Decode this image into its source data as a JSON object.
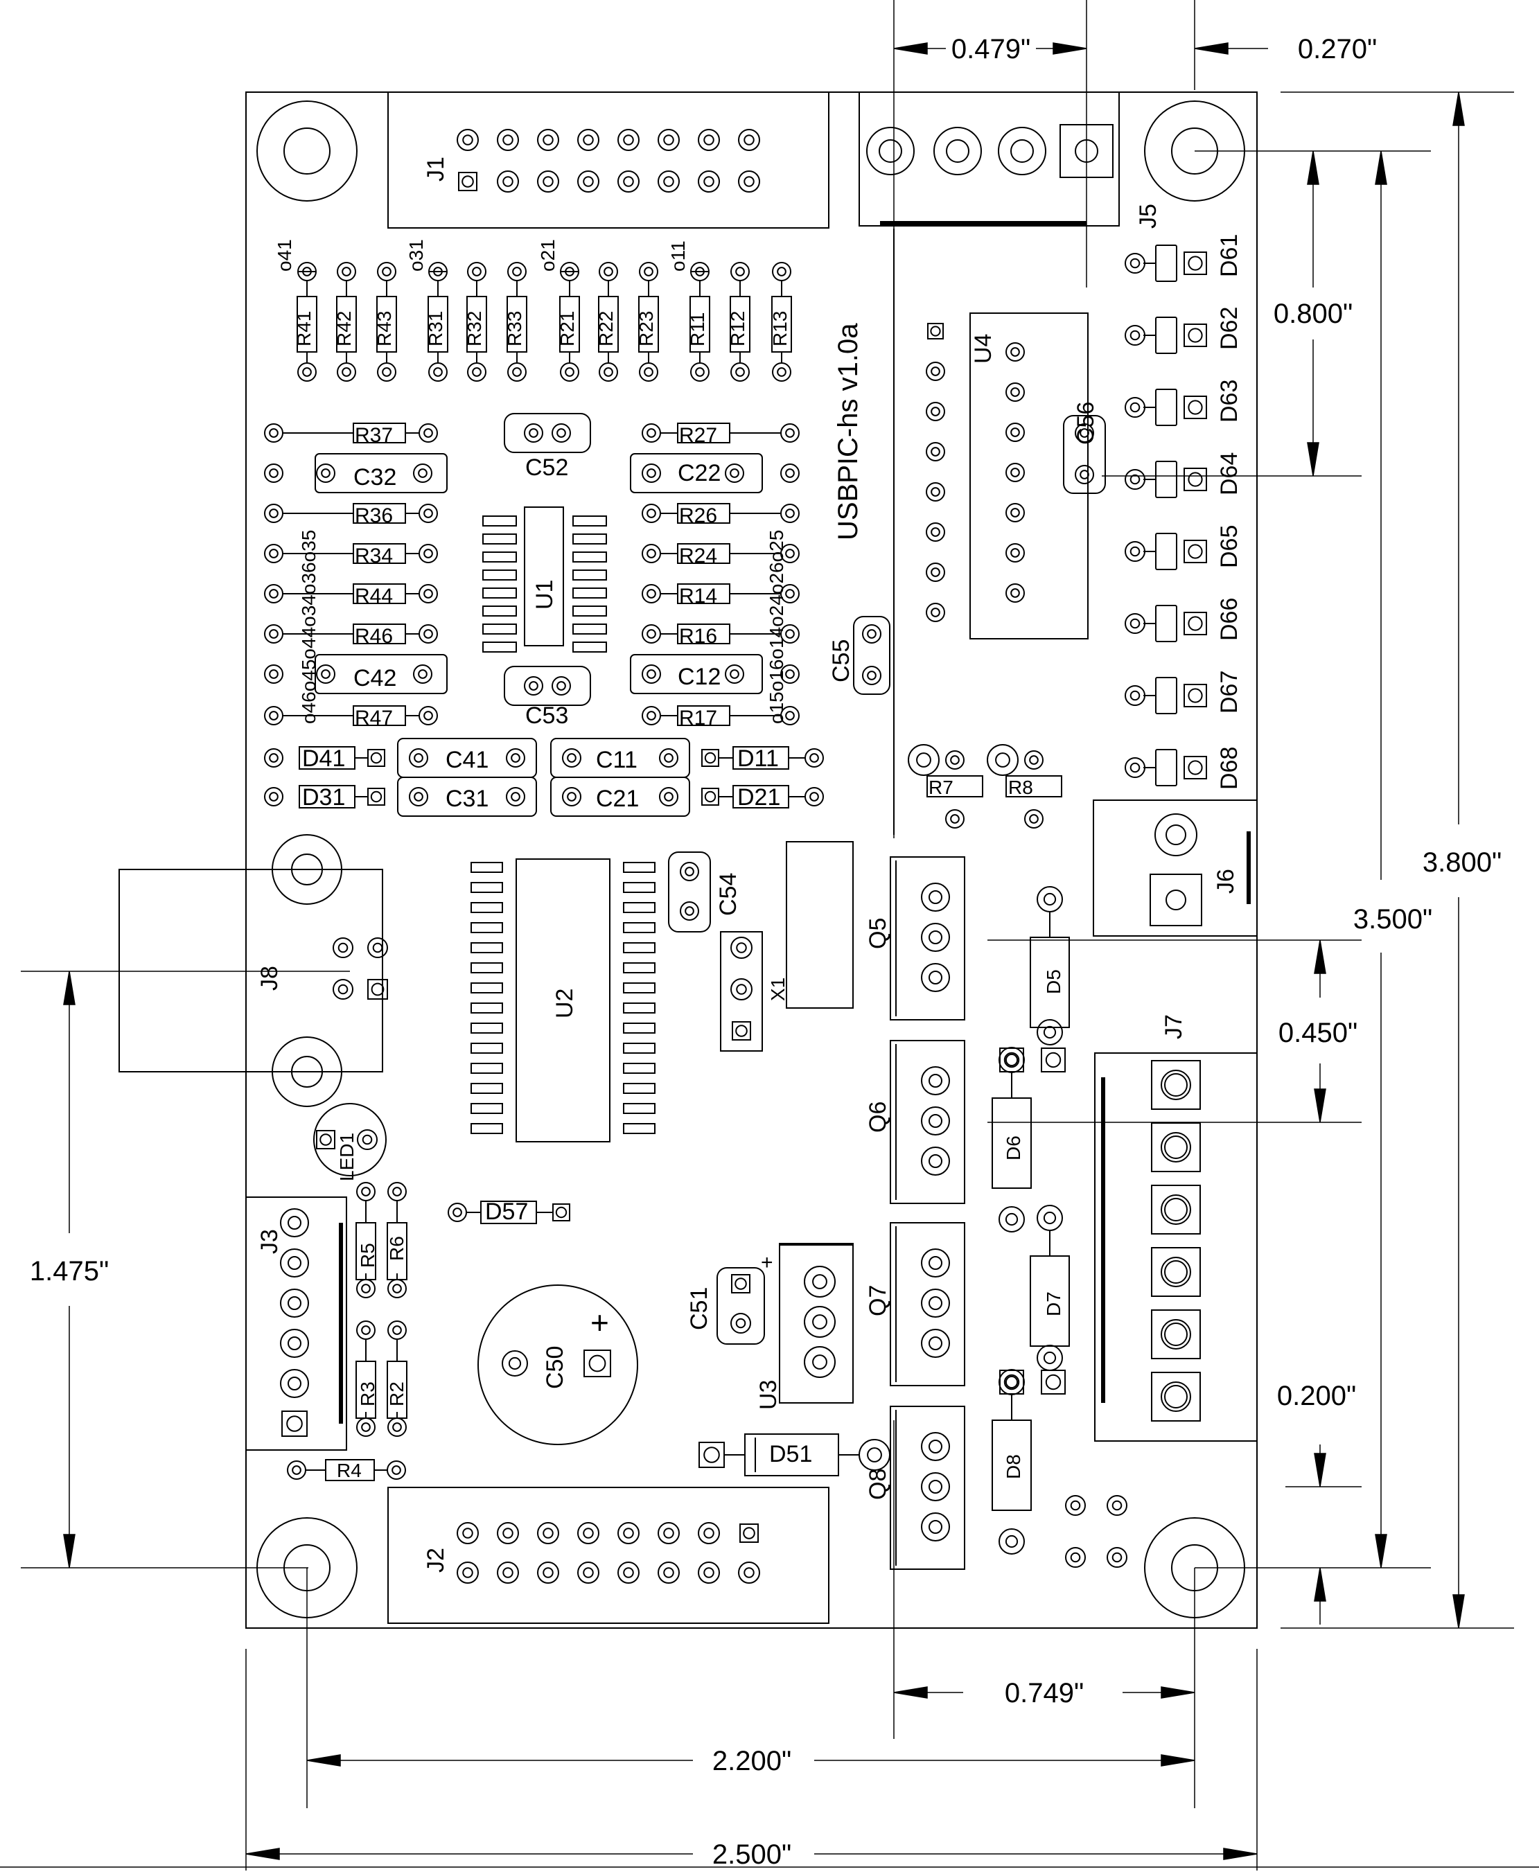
{
  "board": {
    "revision_label": "USBPIC-hs v1.0a"
  },
  "dimensions": {
    "d0479": "0.479\"",
    "d0270": "0.270\"",
    "d0800": "0.800\"",
    "d3800": "3.800\"",
    "d3500": "3.500\"",
    "d0450": "0.450\"",
    "d1475": "1.475\"",
    "d0200": "0.200\"",
    "d0749": "0.749\"",
    "d2200": "2.200\"",
    "d2500": "2.500\""
  },
  "components": {
    "J1": "J1",
    "J2": "J2",
    "J3": "J3",
    "J5": "J5",
    "J6": "J6",
    "J7": "J7",
    "J8": "J8",
    "U1": "U1",
    "U2": "U2",
    "U3": "U3",
    "U4": "U4",
    "C11": "C11",
    "C21": "C21",
    "C31": "C31",
    "C41": "C41",
    "C12": "C12",
    "C22": "C22",
    "C32": "C32",
    "C42": "C42",
    "C50": "C50",
    "C51": "C51",
    "C52": "C52",
    "C53": "C53",
    "C54": "C54",
    "C55": "C55",
    "C56": "C56",
    "D11": "D11",
    "D21": "D21",
    "D31": "D31",
    "D41": "D41",
    "D51": "D51",
    "D57": "D57",
    "D5": "D5",
    "D6": "D6",
    "D7": "D7",
    "D8": "D8",
    "D61": "D61",
    "D62": "D62",
    "D63": "D63",
    "D64": "D64",
    "D65": "D65",
    "D66": "D66",
    "D67": "D67",
    "D68": "D68",
    "Q5": "Q5",
    "Q6": "Q6",
    "Q7": "Q7",
    "Q8": "Q8",
    "X1": "X1",
    "LED1": "LED1",
    "R2": "R2",
    "R3": "R3",
    "R4": "R4",
    "R5": "R5",
    "R6": "R6",
    "R7": "R7",
    "R8": "R8",
    "R11": "R11",
    "R12": "R12",
    "R13": "R13",
    "R14": "R14",
    "R16": "R16",
    "R17": "R17",
    "R21": "R21",
    "R22": "R22",
    "R23": "R23",
    "R24": "R24",
    "R26": "R26",
    "R27": "R27",
    "R31": "R31",
    "R32": "R32",
    "R33": "R33",
    "R34": "R34",
    "R36": "R36",
    "R37": "R37",
    "R41": "R41",
    "R42": "R42",
    "R43": "R43",
    "R44": "R44",
    "R46": "R46",
    "R47": "R47",
    "o11": "o11",
    "o21": "o21",
    "o31": "o31",
    "o41": "o41",
    "left_col_label": "o46o45o44o34o36o35",
    "right_col_label": "o15o16o14o24o26o25",
    "plus": "+"
  }
}
